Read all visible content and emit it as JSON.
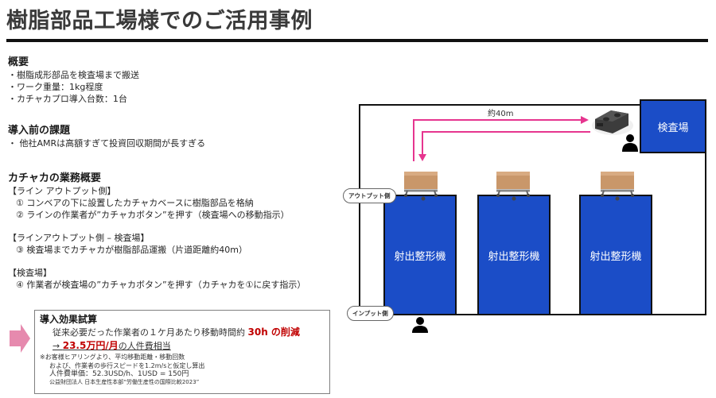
{
  "page": {
    "title": "樹脂部品工場様でのご活用事例"
  },
  "overview": {
    "heading": "概要",
    "items": [
      "・樹脂成形部品を検査場まで搬送",
      "・ワーク重量：1kg程度",
      "・カチャカプロ導入台数：1台"
    ]
  },
  "issue": {
    "heading": "導入前の課題",
    "items": [
      "・ 他社AMRは高額すぎて投資回収期間が長すぎる"
    ]
  },
  "operations": {
    "heading": "カチャカの業務概要",
    "groups": [
      {
        "label": "【ライン アウトプット側】",
        "steps": [
          "① コンベアの下に設置したカチャカベースに樹脂部品を格納",
          "② ラインの作業者が”カチャカボタン”を押す（検査場への移動指示）"
        ]
      },
      {
        "label": "【ラインアウトプット側 – 検査場】",
        "steps": [
          "③ 検査場までカチャカが樹脂部品運搬（片道距離約40m）"
        ]
      },
      {
        "label": "【検査場】",
        "steps": [
          "④ 作業者が検査場の”カチャカボタン”を押す（カチャカを①に戻す指示）"
        ]
      }
    ]
  },
  "effect": {
    "heading": "導入効果試算",
    "line1_prefix": "従来必要だった作業者の１ケ月あたり移動時間約 ",
    "line1_highlight": "30h の削減",
    "line2_arrow": "→ ",
    "line2_highlight": "23.5万円/月",
    "line2_suffix": "の人件費相当",
    "note1": "※お客様ヒアリングより、平均移動距離・移動回数",
    "note2": "および、作業者の歩行スピードを1.2m/sと仮定し算出",
    "note3": "人件費単価：52.3USD/h、1USD = 150円",
    "source": "公益財団法人 日本生産性本部“労働生産性の国際比較2023”",
    "highlight_color": "#c00000"
  },
  "diagram": {
    "distance_label": "約40m",
    "inspection_label": "検査場",
    "machine_label": "射出整形機",
    "output_side_label": "アウトプット側",
    "input_side_label": "インプット側",
    "machine_color": "#1b4dc7",
    "arrow_color": "#e6358f"
  }
}
